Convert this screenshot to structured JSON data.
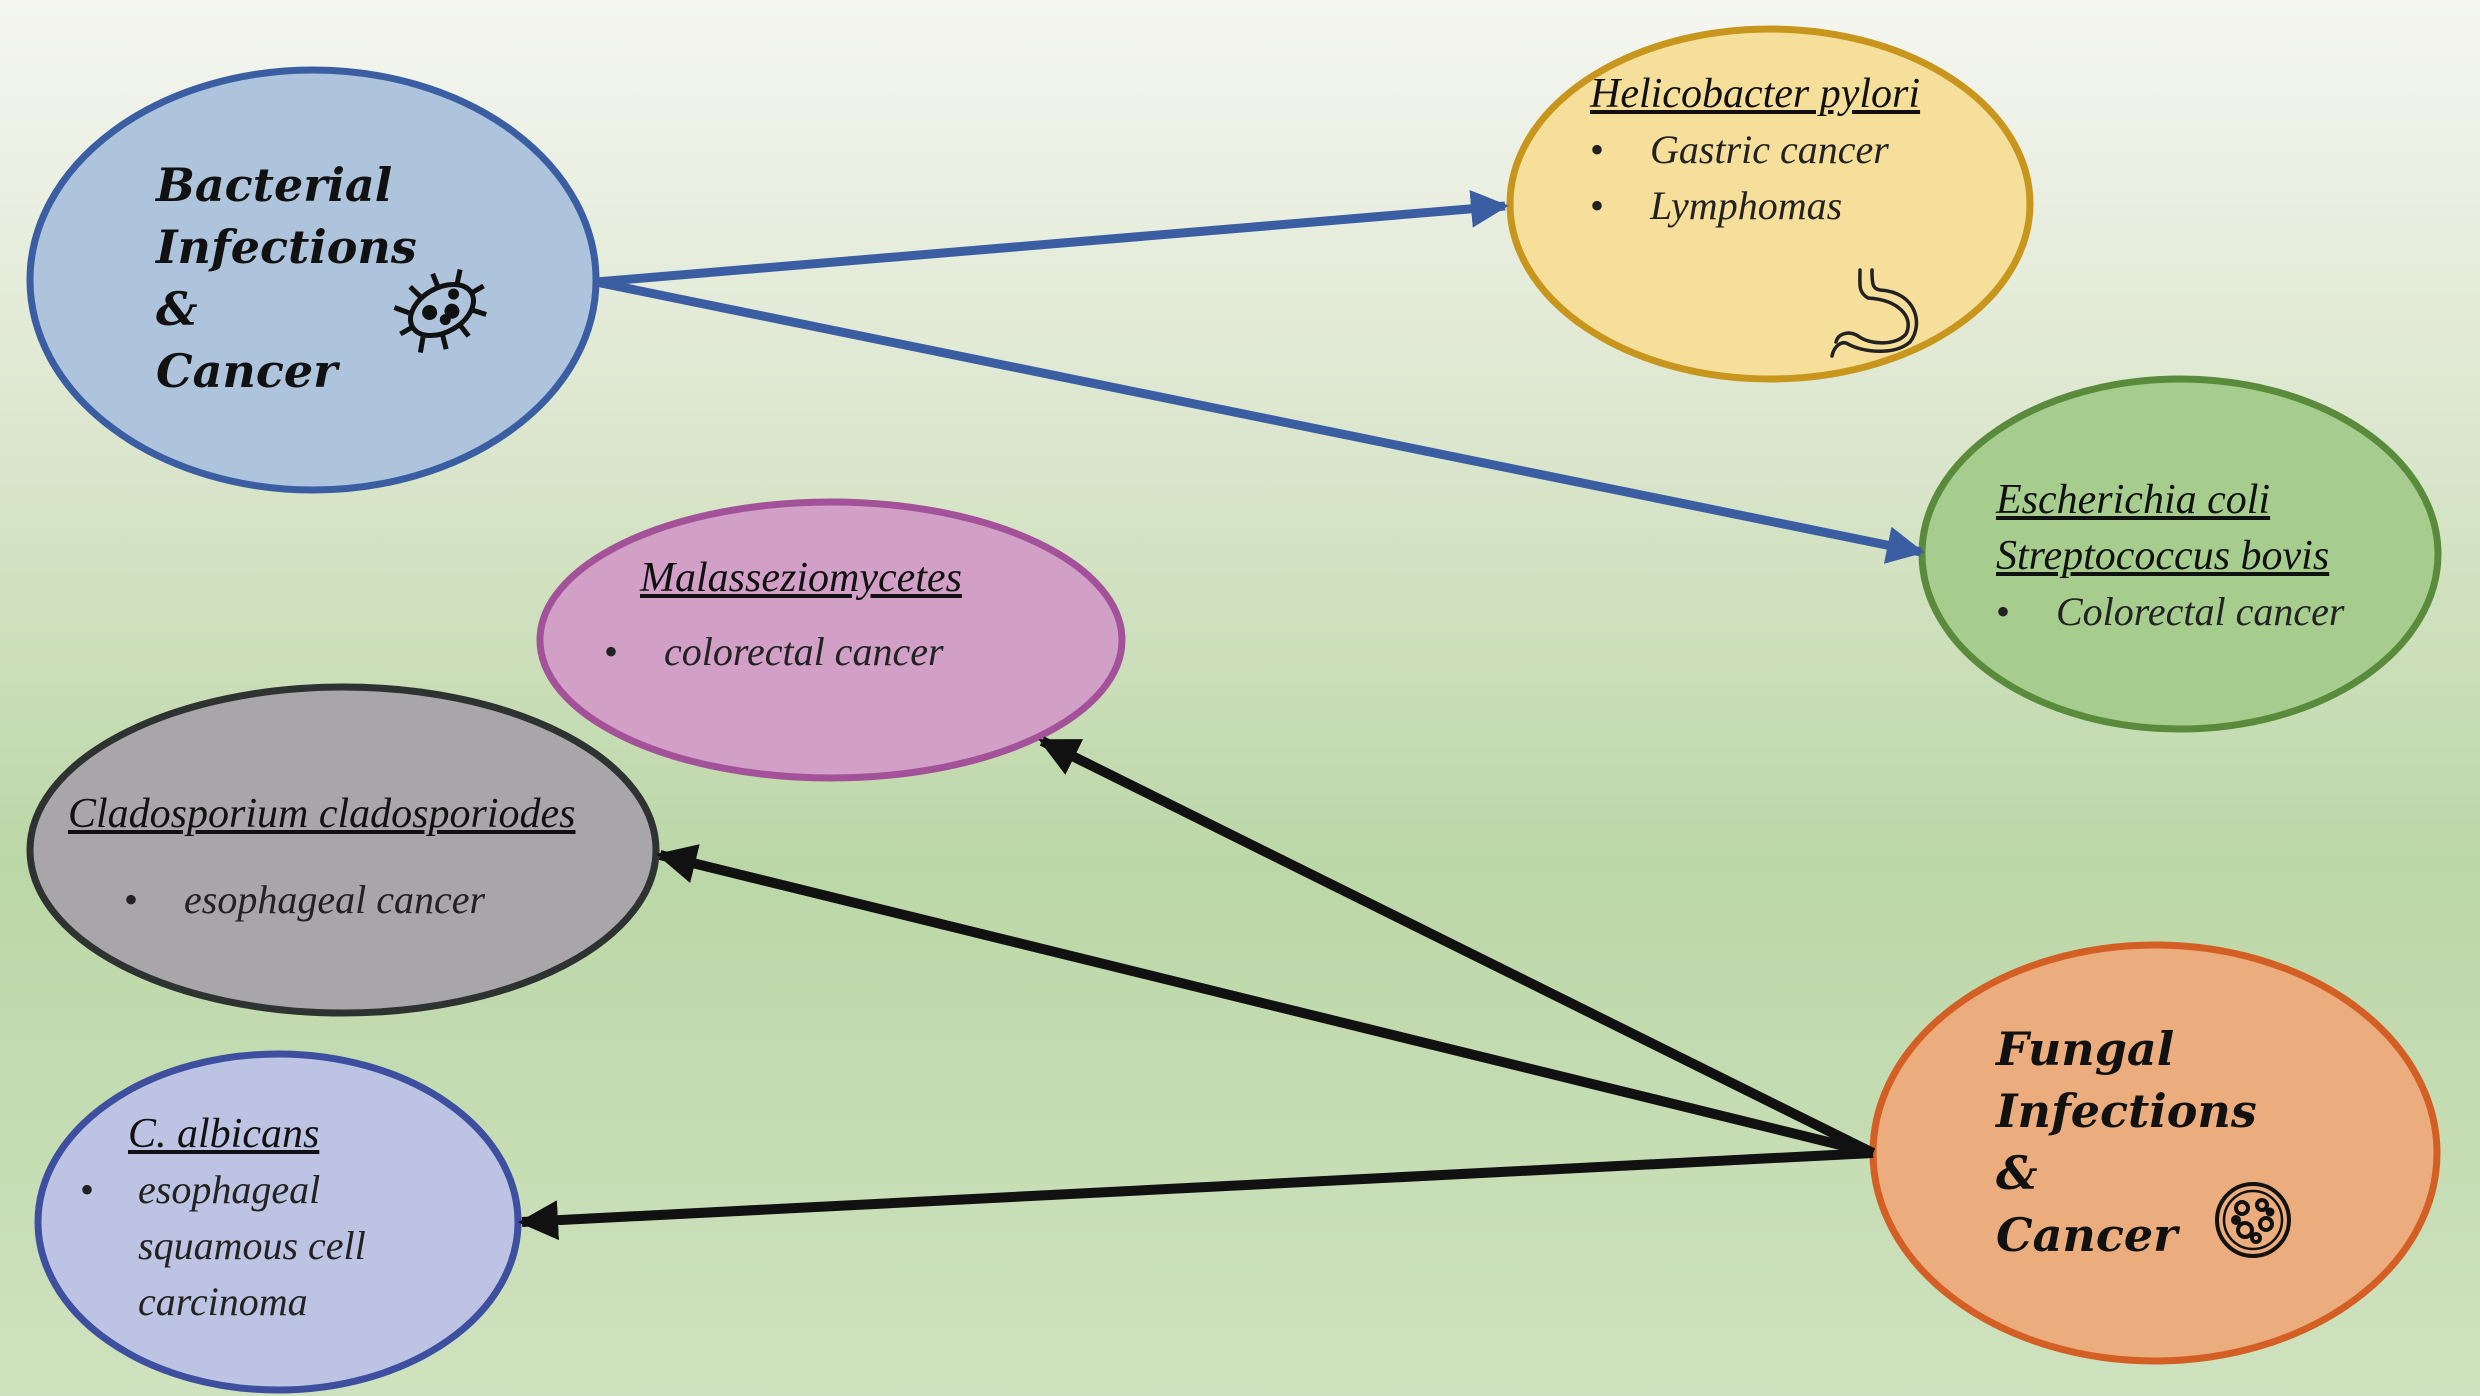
{
  "colors": {
    "bacterial_fill": "#adc4dc",
    "bacterial_stroke": "#3b5ea3",
    "fungal_fill": "#ecad7e",
    "fungal_stroke": "#d45f24",
    "pylori_fill": "#f6df9a",
    "pylori_stroke": "#c8961d",
    "coli_fill": "#a7cd8e",
    "coli_stroke": "#5a8a3c",
    "malassezia_fill": "#d2a0c7",
    "malassezia_stroke": "#a35299",
    "cladosporium_fill": "#a8a6a8",
    "cladosporium_stroke": "#2e3331",
    "albicans_fill": "#bdc4e3",
    "albicans_stroke": "#3f4fa0",
    "bacterial_arrow": "#3b5ea3",
    "fungal_arrow": "#111111"
  },
  "bacterial_hub": {
    "lines": [
      "Bacterial",
      "Infections",
      "&",
      "Cancer"
    ],
    "icon": "bacterium-icon"
  },
  "fungal_hub": {
    "lines": [
      "Fungal",
      "Infections",
      "&",
      "Cancer"
    ],
    "icon": "fungal-cell-icon"
  },
  "pylori": {
    "organism": "Helicobacter pylori",
    "cancers": [
      "Gastric cancer",
      "Lymphomas"
    ],
    "icon": "stomach-icon"
  },
  "coli": {
    "organisms": [
      "Escherichia coli",
      "Streptococcus bovis"
    ],
    "cancers": [
      "Colorectal cancer"
    ]
  },
  "malassezia": {
    "organism": "Malasseziomycetes",
    "cancers": [
      "colorectal cancer"
    ]
  },
  "cladosporium": {
    "organism": "Cladosporium cladosporiodes",
    "cancers": [
      "esophageal cancer"
    ]
  },
  "albicans": {
    "organism": "C. albicans",
    "cancers": [
      "esophageal squamous cell carcinoma"
    ]
  },
  "bullet_char": "•"
}
